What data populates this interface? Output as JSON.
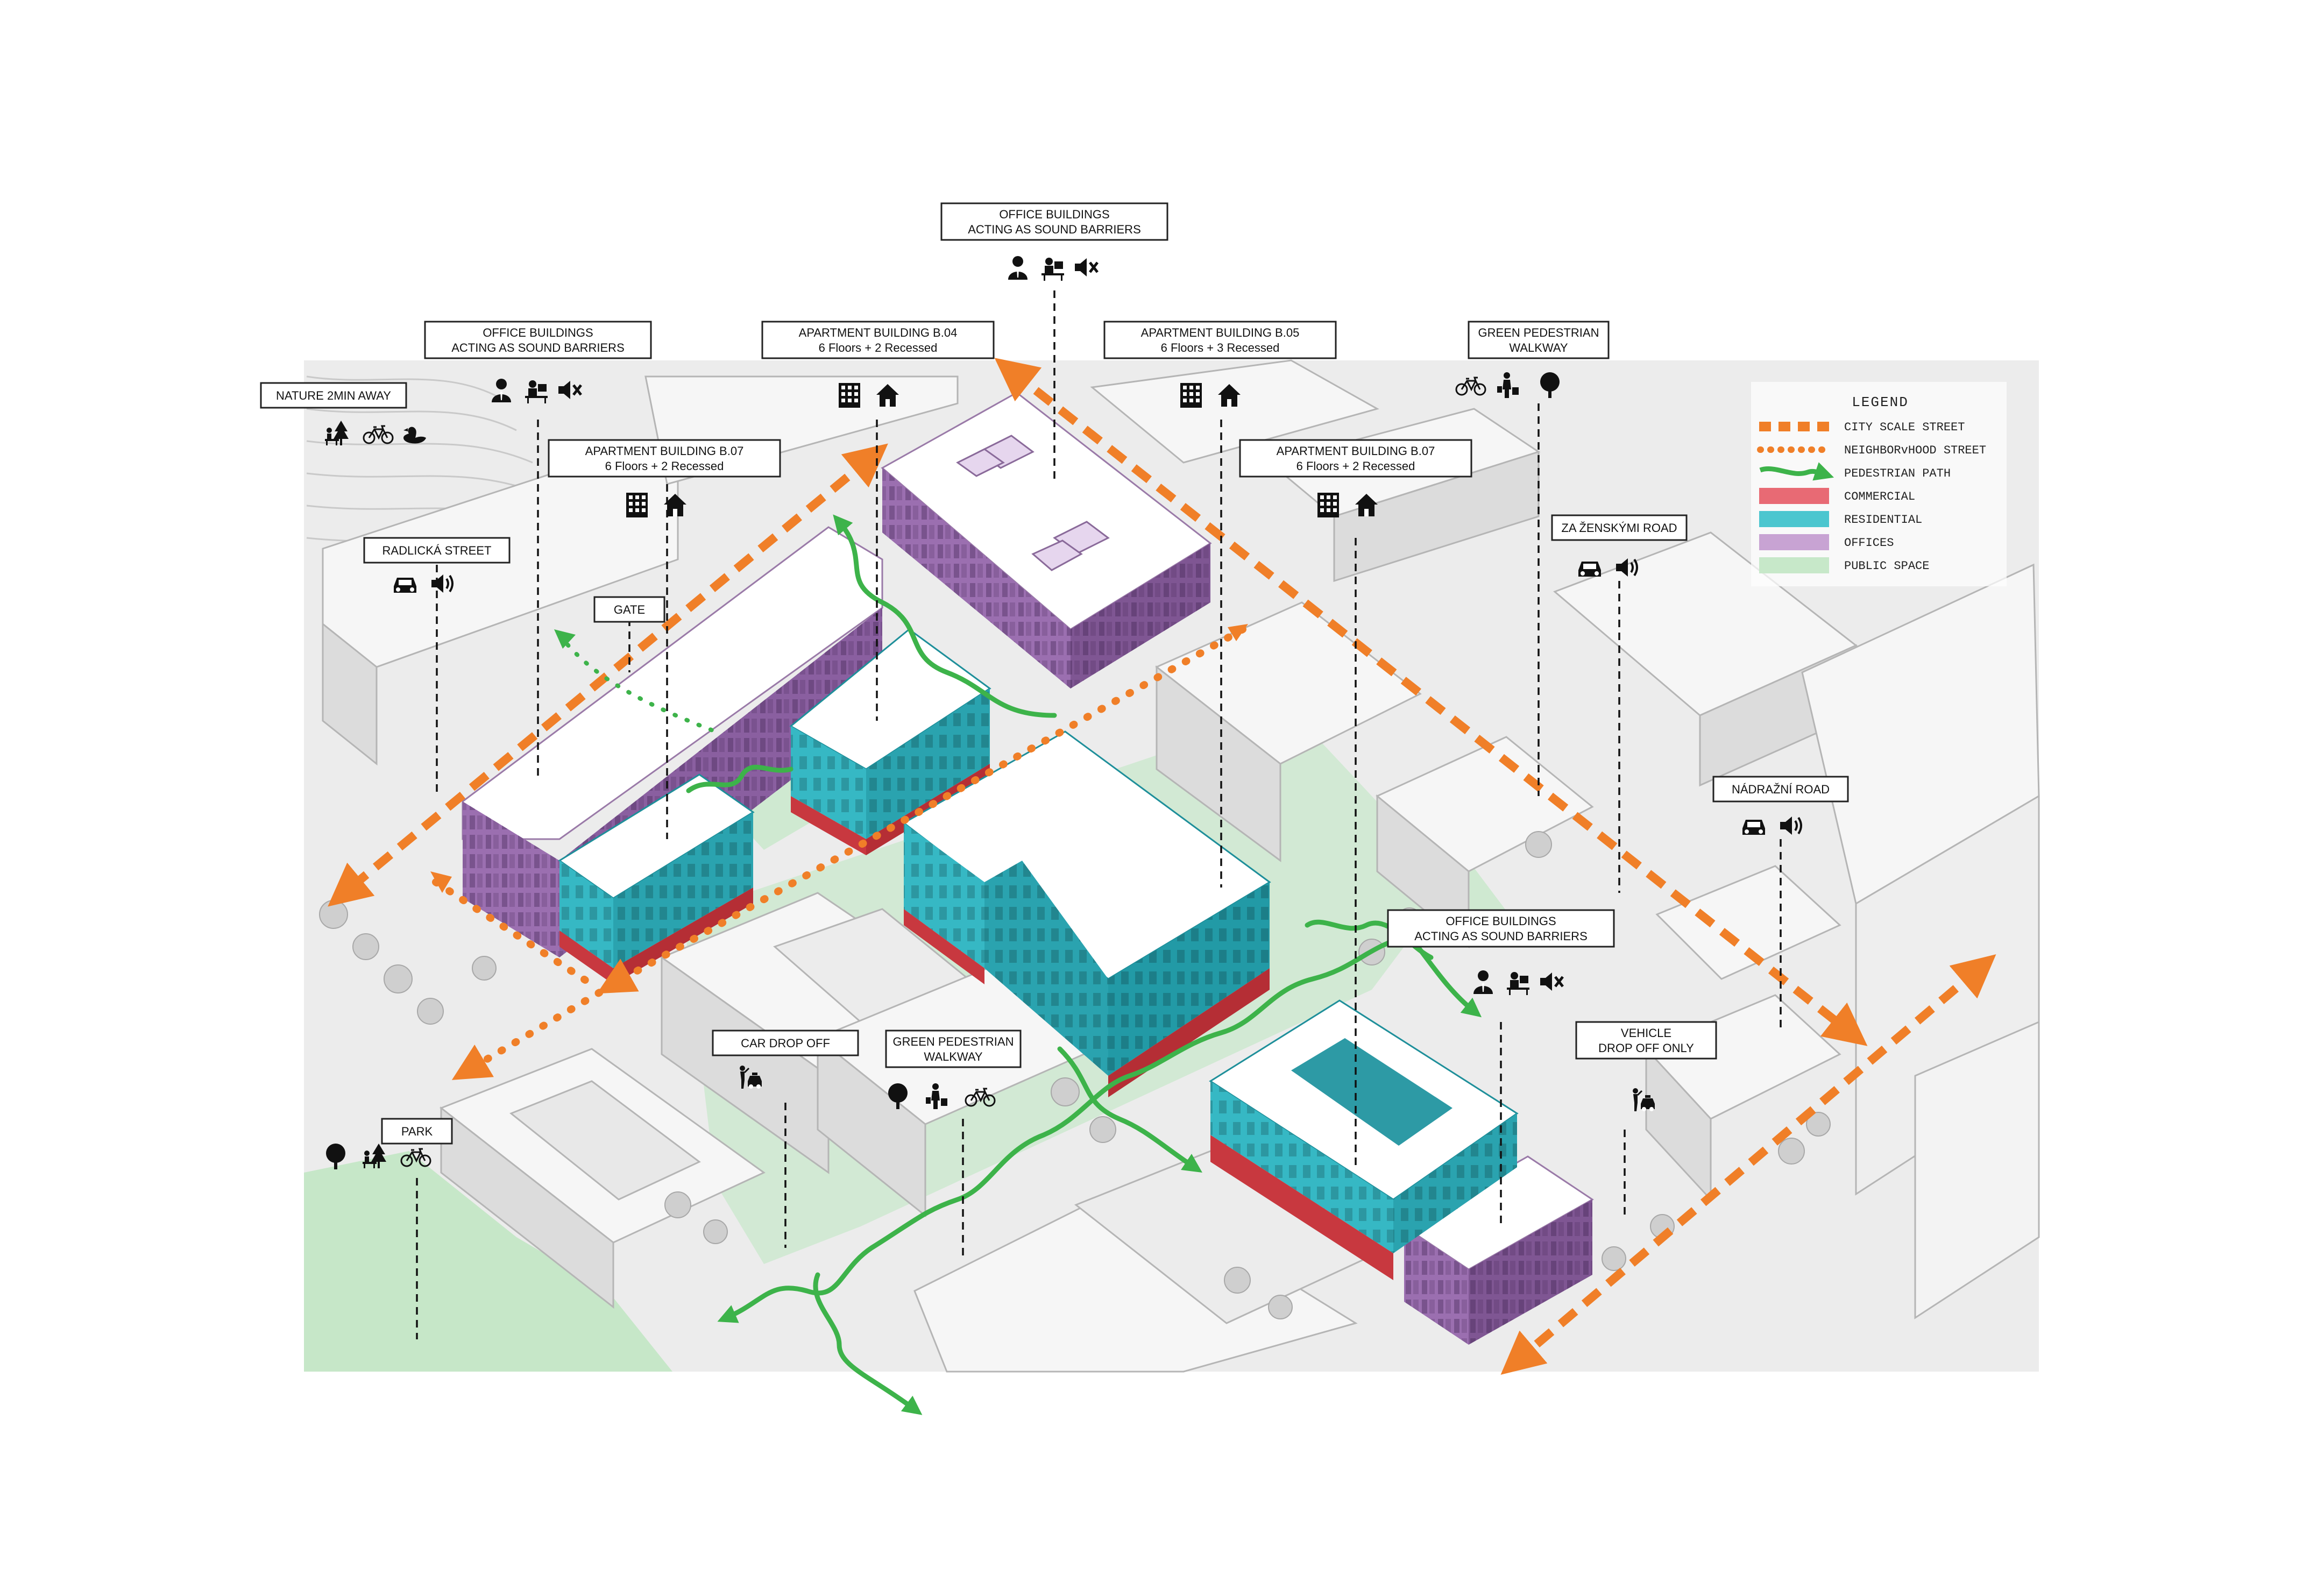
{
  "colors": {
    "offices": "#9b6fb0",
    "residential": "#36b8c4",
    "commercial": "#c8383f",
    "public": "#bfe5c2",
    "city_street": "#f07f28",
    "pedestrian": "#3db34a",
    "ground": "#e9e9e9",
    "context": "#f4f4f4"
  },
  "callouts": {
    "office_top": {
      "line1": "OFFICE BUILDINGS",
      "line2": "ACTING AS SOUND BARRIERS",
      "icons": [
        "office-worker-icon",
        "desk-worker-icon",
        "sound-muted-icon"
      ]
    },
    "office_left": {
      "line1": "OFFICE BUILDINGS",
      "line2": "ACTING AS SOUND BARRIERS",
      "icons": [
        "office-worker-icon",
        "desk-worker-icon",
        "sound-muted-icon"
      ]
    },
    "apt_b04": {
      "line1": "APARTMENT BUILDING B.04",
      "line2": "6 Floors + 2 Recessed",
      "icons": [
        "apartment-block-icon",
        "house-icon"
      ]
    },
    "apt_b05": {
      "line1": "APARTMENT BUILDING B.05",
      "line2": "6 Floors + 3 Recessed",
      "icons": [
        "apartment-block-icon",
        "house-icon"
      ]
    },
    "green_walk_top": {
      "line1": "GREEN PEDESTRIAN",
      "line2": "WALKWAY",
      "icons": [
        "bicycle-icon",
        "shopper-icon",
        "tree-icon"
      ]
    },
    "nature": {
      "line1": "NATURE 2MIN AWAY",
      "icons": [
        "picnic-icon",
        "bicycle-icon",
        "duck-icon"
      ]
    },
    "apt_b07_left": {
      "line1": "APARTMENT BUILDING B.07",
      "line2": "6 Floors + 2 Recessed",
      "icons": [
        "apartment-block-icon",
        "house-icon"
      ]
    },
    "apt_b07_right": {
      "line1": "APARTMENT BUILDING B.07",
      "line2": "6 Floors + 2 Recessed",
      "icons": [
        "apartment-block-icon",
        "house-icon"
      ]
    },
    "radlicka": {
      "line1": "RADLICKÁ STREET",
      "icons": [
        "car-icon",
        "sound-loud-icon"
      ]
    },
    "gate": {
      "line1": "GATE"
    },
    "za_zenskymi": {
      "line1": "ZA ŽENSKÝMI ROAD",
      "icons": [
        "car-icon",
        "sound-loud-icon"
      ]
    },
    "nadrazni": {
      "line1": "NÁDRAŽNÍ  ROAD",
      "icons": [
        "car-icon",
        "sound-loud-icon"
      ]
    },
    "office_right": {
      "line1": "OFFICE BUILDINGS",
      "line2": "ACTING AS SOUND BARRIERS",
      "icons": [
        "office-worker-icon",
        "desk-worker-icon",
        "sound-muted-icon"
      ]
    },
    "vehicle_drop": {
      "line1": "VEHICLE",
      "line2": "DROP OFF ONLY",
      "icons": [
        "taxi-icon"
      ]
    },
    "car_drop": {
      "line1": "CAR DROP OFF",
      "icons": [
        "taxi-icon"
      ]
    },
    "green_walk_bottom": {
      "line1": "GREEN PEDESTRIAN",
      "line2": "WALKWAY",
      "icons": [
        "tree-icon",
        "shopper-icon",
        "bicycle-icon"
      ]
    },
    "park": {
      "line1": "PARK",
      "icons": [
        "tree-icon",
        "picnic-icon",
        "bicycle-icon"
      ]
    }
  },
  "legend": {
    "title": "LEGEND",
    "items": [
      {
        "label": "CITY SCALE STREET",
        "kind": "dashed-orange"
      },
      {
        "label": "NEIGHBORvHOOD STREET",
        "kind": "dotted-orange"
      },
      {
        "label": "PEDESTRIAN PATH",
        "kind": "green-arrow"
      },
      {
        "label": "COMMERCIAL",
        "kind": "swatch",
        "color": "#e86a74"
      },
      {
        "label": "RESIDENTIAL",
        "kind": "swatch",
        "color": "#4cc6cf"
      },
      {
        "label": "OFFICES",
        "kind": "swatch",
        "color": "#c8a3d3"
      },
      {
        "label": "PUBLIC SPACE",
        "kind": "swatch",
        "color": "#c7e8c9"
      }
    ]
  }
}
